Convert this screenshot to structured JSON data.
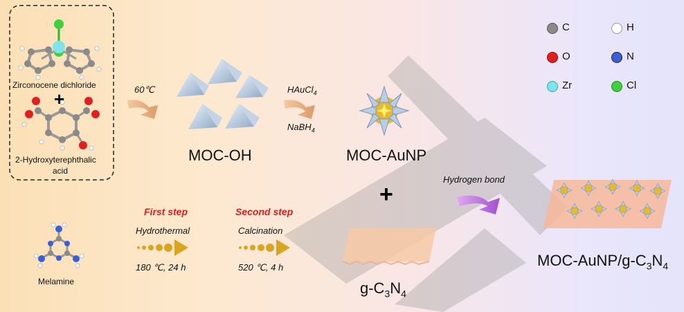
{
  "reactants": {
    "zirconocene": "Zirconocene dichloride",
    "plus": "+",
    "linker_line1": "2-Hydroxyterephthalic",
    "linker_line2": "acid",
    "melamine": "Melamine"
  },
  "steps": {
    "step1_temp": "60℃",
    "reagent_top": "HAuCl",
    "reagent_top_sub": "4",
    "reagent_bottom": "NaBH",
    "reagent_bottom_sub": "4",
    "first_step": "First step",
    "hydrothermal": "Hydrothermal",
    "cond1": "180 ℃, 24 h",
    "second_step": "Second step",
    "calcination": "Calcination",
    "cond2": "520 ℃, 4 h",
    "hydrogen_bond": "Hydrogen bond"
  },
  "products": {
    "moc_oh": "MOC-OH",
    "moc_aunp": "MOC-AuNP",
    "plus": "+",
    "gcn_prefix": "g-C",
    "gcn_sub1": "3",
    "gcn_mid": "N",
    "gcn_sub2": "4",
    "final_prefix": "MOC-AuNP/g-C",
    "final_sub1": "3",
    "final_mid": "N",
    "final_sub2": "4"
  },
  "legend": [
    {
      "label": "C",
      "color": "#8a8a8a"
    },
    {
      "label": "H",
      "color": "#ffffff"
    },
    {
      "label": "O",
      "color": "#e02020"
    },
    {
      "label": "N",
      "color": "#3a5fd8"
    },
    {
      "label": "Zr",
      "color": "#7fe3e8"
    },
    {
      "label": "Cl",
      "color": "#3fcf3f"
    }
  ]
}
